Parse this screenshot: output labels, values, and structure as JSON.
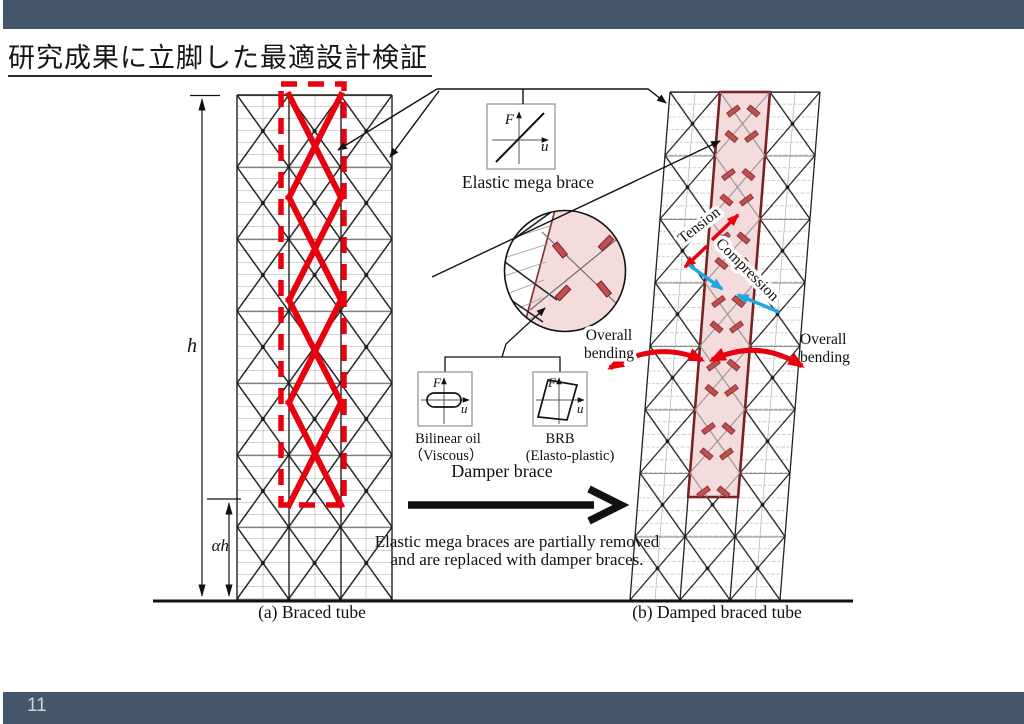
{
  "slide": {
    "title": "研究成果に立脚した最適設計検証",
    "page_number": "11"
  },
  "figure": {
    "elastic_brace": {
      "label": "Elastic mega brace",
      "axis_f": "F",
      "axis_u": "u"
    },
    "damper_group": {
      "title": "Damper brace",
      "bilinear": {
        "name": "Bilinear oil",
        "type": "（Viscous）",
        "axis_f": "F",
        "axis_u": "u"
      },
      "brb": {
        "name": "BRB",
        "type": "(Elasto-plastic)",
        "axis_f": "F",
        "axis_u": "u"
      }
    },
    "note": {
      "line1": "Elastic mega braces are partially removed",
      "line2": "and are replaced with damper braces."
    },
    "captions": {
      "a": "(a) Braced tube",
      "b": "(b) Damped braced tube"
    },
    "dimensions": {
      "total_height": "h",
      "lower_height": "αh"
    },
    "forces": {
      "tension": "Tension",
      "compression": "Compression"
    },
    "bending_left": {
      "line1": "Overall",
      "line2": "bending"
    },
    "bending_right": {
      "line1": "Overall",
      "line2": "bending"
    }
  },
  "colors": {
    "bar": "#46566b",
    "accent_red": "#e8000f",
    "dark_red": "#7a2121",
    "pink": "#f4dcdc",
    "blue": "#1ea7e1"
  }
}
